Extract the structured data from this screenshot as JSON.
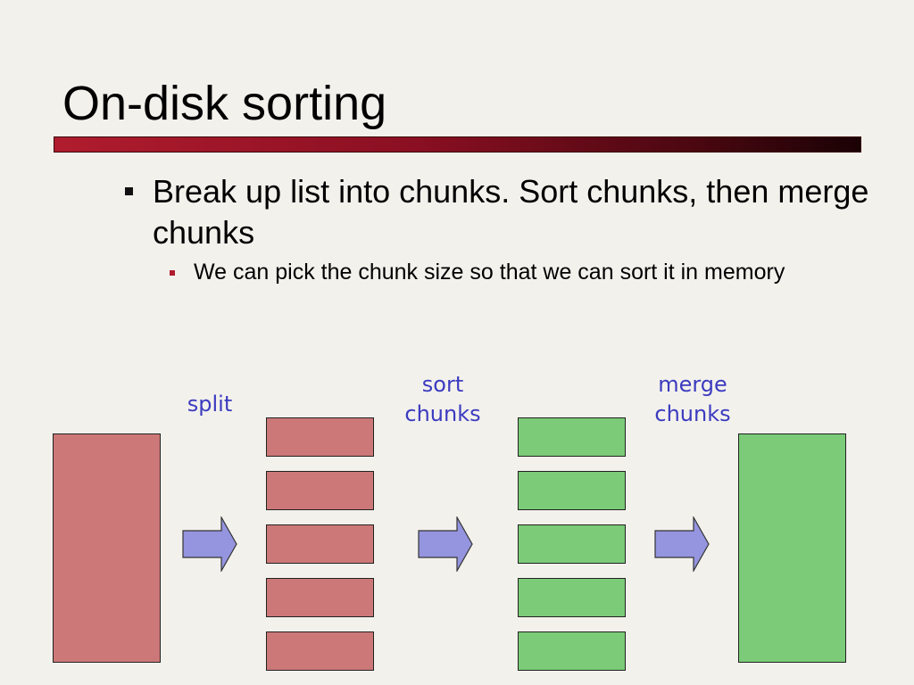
{
  "slide": {
    "title": "On-disk sorting",
    "bullets": [
      {
        "level": 1,
        "text": "Break up list into chunks.  Sort chunks, then merge chunks"
      },
      {
        "level": 2,
        "text": "We can pick the chunk size so that we can sort it in memory"
      }
    ]
  },
  "diagram": {
    "steps": [
      {
        "label": "split"
      },
      {
        "label_line1": "sort",
        "label_line2": "chunks"
      },
      {
        "label_line1": "merge",
        "label_line2": "chunks"
      }
    ],
    "chunk_count": 5,
    "colors": {
      "unsorted": "#cd7878",
      "sorted": "#7bcb78",
      "arrow": "#9494df",
      "label": "#3b3bc0",
      "title_bar": "#8a0f22"
    }
  }
}
